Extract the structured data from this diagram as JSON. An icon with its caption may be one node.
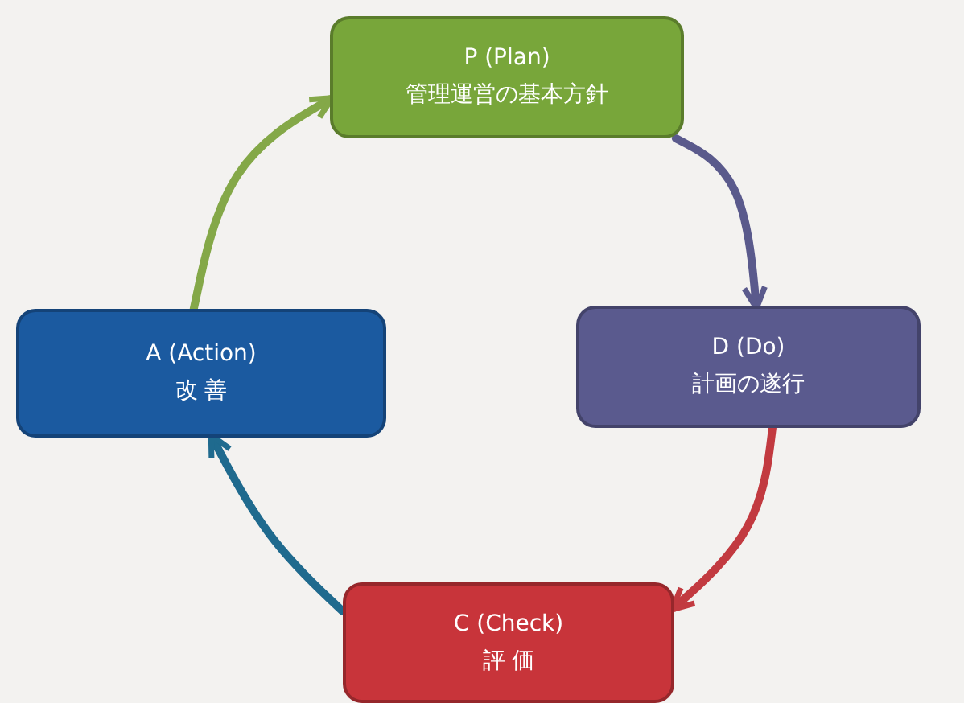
{
  "diagram": {
    "nodes": [
      {
        "text": [
          "P (Plan)",
          "管理運営の基本方針"
        ]
      },
      {
        "text": [
          "D (Do)",
          "計画の遂行"
        ]
      },
      {
        "text": [
          "C (Check)",
          "評 価"
        ]
      },
      {
        "text": [
          "A (Action)",
          "改 善"
        ]
      }
    ],
    "edges": [
      {
        "from": 0,
        "to": 1,
        "arrow": "to",
        "color": "#5a5a8c"
      },
      {
        "from": 1,
        "to": 2,
        "arrow": "to",
        "color": "#c23a40"
      },
      {
        "from": 2,
        "to": 3,
        "arrow": "to",
        "color": "#1f6a8e"
      },
      {
        "from": 3,
        "to": 0,
        "arrow": "to",
        "color": "#84a848"
      }
    ]
  }
}
